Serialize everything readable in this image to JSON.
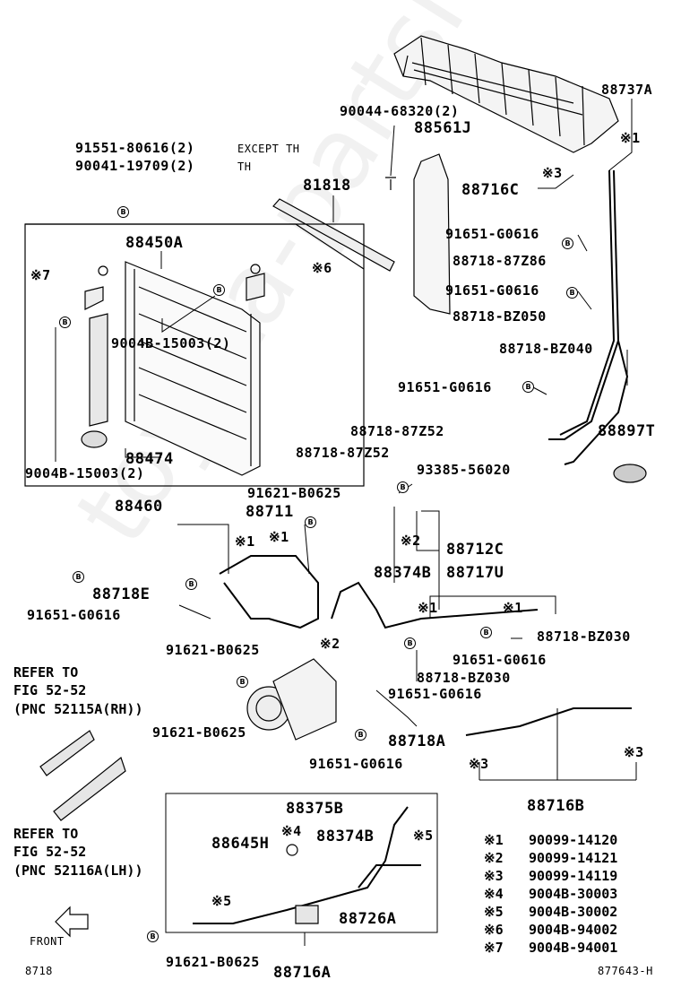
{
  "watermark": "toyota-partsMirror.info",
  "callouts": {
    "p88737A": "88737A",
    "p90044": "90044-68320(2)",
    "p88561J": "88561J",
    "p88716C": "88716C",
    "p91551": "91551-80616(2)",
    "p91551_note": "EXCEPT TH",
    "p90041": "90041-19709(2)",
    "p90041_note": "TH",
    "p81818": "81818",
    "p88450A": "88450A",
    "p9004B_15003_a": "9004B-15003(2)",
    "p88474": "88474",
    "p9004B_15003_b": "9004B-15003(2)",
    "p88460": "88460",
    "p91651_1": "91651-G0616",
    "p88718_87Z86": "88718-87Z86",
    "p91651_2": "91651-G0616",
    "p88718_BZ050": "88718-BZ050",
    "p88718_BZ040": "88718-BZ040",
    "p91651_3": "91651-G0616",
    "p88897T": "88897T",
    "p88718_87Z52_a": "88718-87Z52",
    "p88718_87Z52_b": "88718-87Z52",
    "p93385": "93385-56020",
    "p91621_top": "91621-B0625",
    "p88711": "88711",
    "p88712C": "88712C",
    "p88374B_a": "88374B",
    "p88717U": "88717U",
    "p88718E": "88718E",
    "p91651_4": "91651-G0616",
    "p91621_mid": "91621-B0625",
    "p88718_BZ030_a": "88718-BZ030",
    "p91651_5": "91651-G0616",
    "p88718_BZ030_b": "88718-BZ030",
    "p91651_6": "91651-G0616",
    "p91621_low": "91621-B0625",
    "p88718A": "88718A",
    "p91651_7": "91651-G0616",
    "p88716B": "88716B",
    "p88375B": "88375B",
    "p88645H": "88645H",
    "p88374B_b": "88374B",
    "p88726A": "88726A",
    "p91621_bot": "91621-B0625",
    "p88716A": "88716A",
    "front": "FRONT",
    "fig_code": "8718",
    "diagram_id": "877643-H"
  },
  "marks": {
    "m1": "※1",
    "m2": "※2",
    "m3": "※3",
    "m4": "※4",
    "m5": "※5",
    "m6": "※6",
    "m7": "※7",
    "B": "B"
  },
  "refer_rh": {
    "line1": "REFER TO",
    "line2": "FIG 52-52",
    "line3": "(PNC 52115A(RH))"
  },
  "refer_lh": {
    "line1": "REFER TO",
    "line2": "FIG 52-52",
    "line3": "(PNC 52116A(LH))"
  },
  "legend": [
    {
      "key": "※1",
      "value": "90099-14120"
    },
    {
      "key": "※2",
      "value": "90099-14121"
    },
    {
      "key": "※3",
      "value": "90099-14119"
    },
    {
      "key": "※4",
      "value": "9004B-30003"
    },
    {
      "key": "※5",
      "value": "9004B-30002"
    },
    {
      "key": "※6",
      "value": "9004B-94002"
    },
    {
      "key": "※7",
      "value": "9004B-94001"
    }
  ]
}
